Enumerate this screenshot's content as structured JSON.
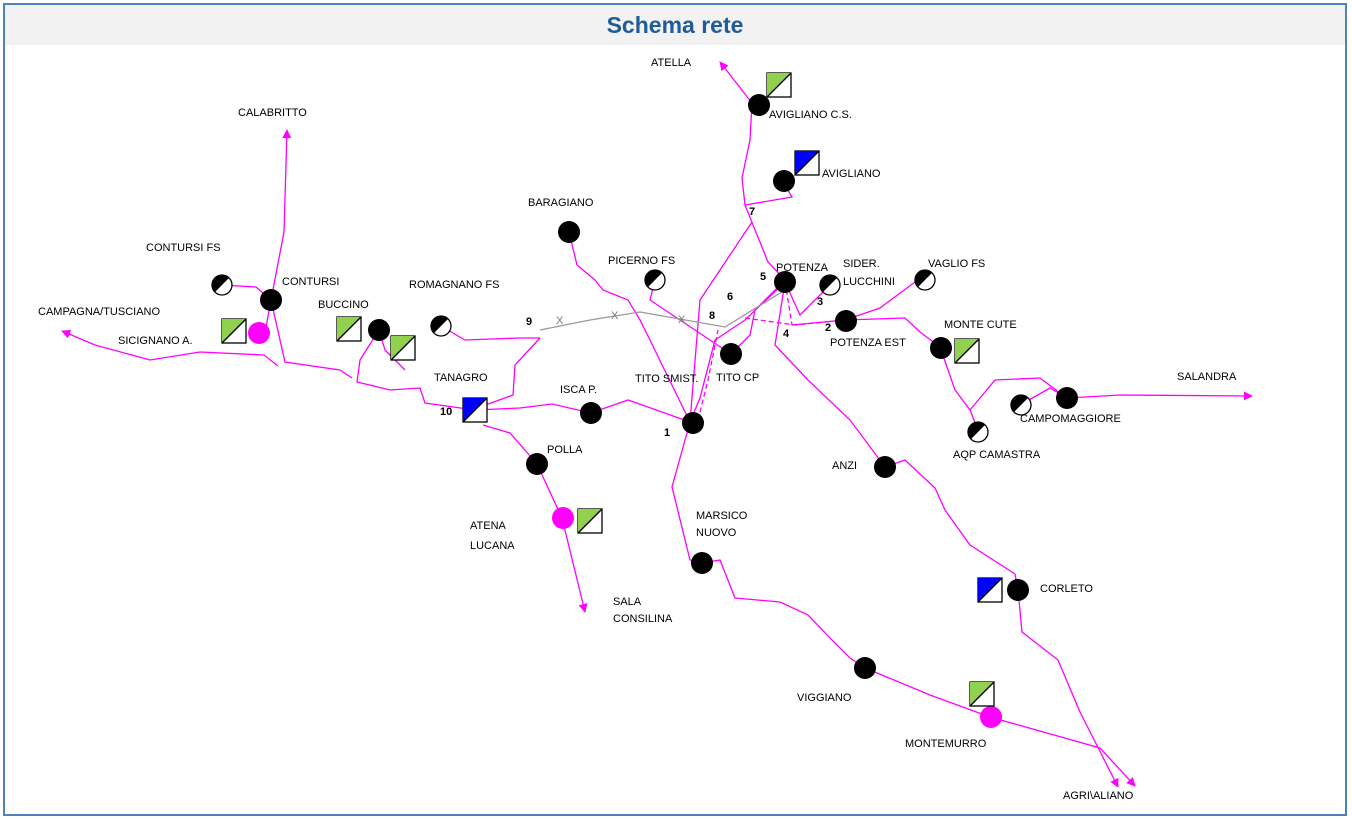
{
  "title": "Schema rete",
  "colors": {
    "line": "#ff00ff",
    "line_gray": "#999999",
    "node": "#000000",
    "node_pink": "#ff00ff",
    "green": "#92d050",
    "blue": "#0000ff",
    "border": "#4f81bd",
    "title": "#1f5c99"
  },
  "labels": {
    "atella": "ATELLA",
    "avigliano_cs": "AVIGLIANO C.S.",
    "avigliano": "AVIGLIANO",
    "calabritto": "CALABRITTO",
    "baragiano": "BARAGIANO",
    "contursi_fs": "CONTURSI FS",
    "contursi": "CONTURSI",
    "campagna": "CAMPAGNA/TUSCIANO",
    "sicignano": "SICIGNANO A.",
    "buccino": "BUCCINO",
    "romagnano_fs": "ROMAGNANO FS",
    "picerno_fs": "PICERNO FS",
    "potenza": "POTENZA",
    "sider_1": "SIDER.",
    "sider_2": "LUCCHINI",
    "vaglio_fs": "VAGLIO FS",
    "potenza_est": "POTENZA EST",
    "monte_cute": "MONTE CUTE",
    "salandra": "SALANDRA",
    "campomaggiore": "CAMPOMAGGIORE",
    "aqp_camastra": "AQP CAMASTRA",
    "tanagro": "TANAGRO",
    "isca": "ISCA P.",
    "tito_smist": "TITO SMIST.",
    "tito_cp": "TITO CP",
    "anzi": "ANZI",
    "polla": "POLLA",
    "atena_1": "ATENA",
    "atena_2": "LUCANA",
    "marsico_1": "MARSICO",
    "marsico_2": "NUOVO",
    "sala_1": "SALA",
    "sala_2": "CONSILINA",
    "corleto": "CORLETO",
    "viggiano": "VIGGIANO",
    "montemurro": "MONTEMURRO",
    "agri": "AGRI\\ALIANO"
  },
  "numbers": {
    "n1": "1",
    "n2": "2",
    "n3": "3",
    "n4": "4",
    "n5": "5",
    "n6": "6",
    "n7": "7",
    "n8": "8",
    "n9": "9",
    "n10": "10"
  },
  "gray_marks": {
    "x1": "X",
    "x2": "X",
    "x3": "X"
  }
}
